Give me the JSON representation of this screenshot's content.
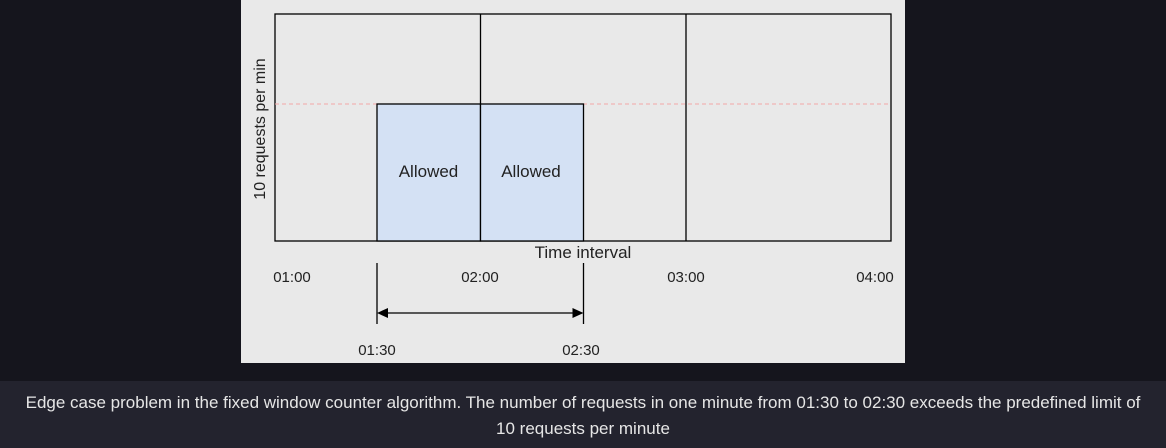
{
  "diagram": {
    "y_axis_label": "10 requests  per min",
    "x_axis_label": "Time interval",
    "time_labels": [
      "01:00",
      "02:00",
      "03:00",
      "04:00"
    ],
    "boxes": [
      {
        "label": "Allowed"
      },
      {
        "label": "Allowed"
      }
    ],
    "span_start": "01:30",
    "span_end": "02:30",
    "colors": {
      "background": "#e9e9e9",
      "box_fill": "#d4e1f4",
      "limit_line": "#f4a6a6",
      "stroke": "#000000"
    }
  },
  "caption": "Edge case problem in the fixed window counter algorithm. The number of requests in one minute from 01:30 to 02:30 exceeds the predefined limit of 10 requests per minute"
}
